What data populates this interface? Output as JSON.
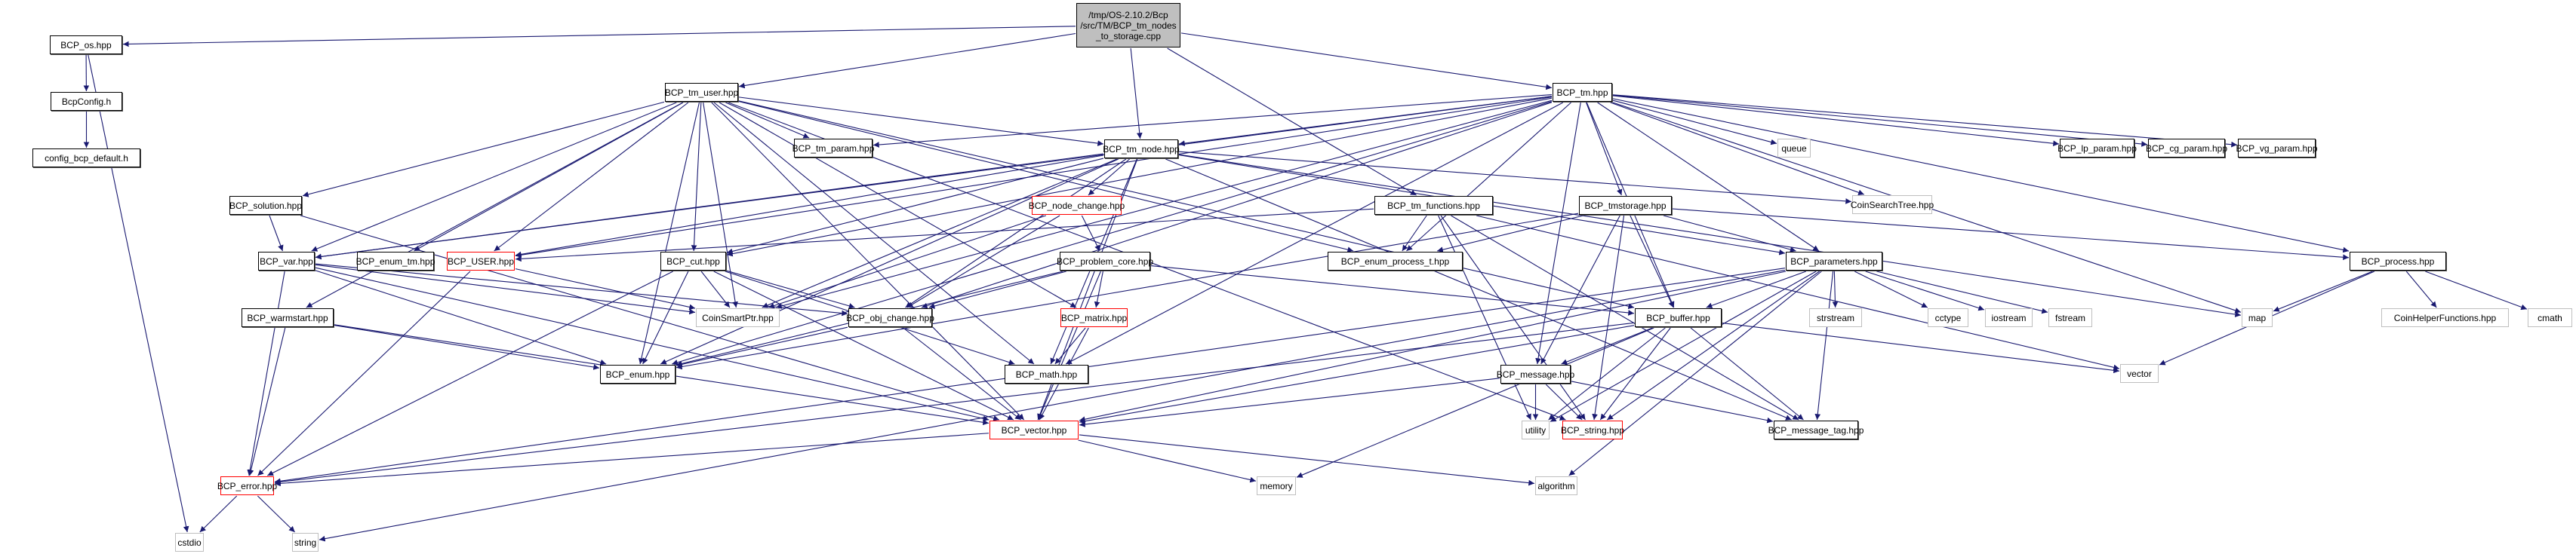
{
  "title": "Include dependency graph for BCP_tm_nodes_to_storage.cpp",
  "colors": {
    "edge": "#191970",
    "node_border": "#000000",
    "system_border": "#bfbfbf",
    "incomplete_border": "#ff0000",
    "root_fill": "#bfbfbf"
  },
  "nodes": [
    {
      "id": "root",
      "label": "/tmp/OS-2.10.2/Bcp\n/src/TM/BCP_tm_nodes\n_to_storage.cpp",
      "kind": "root"
    },
    {
      "id": "os",
      "label": "BCP_os.hpp",
      "kind": "normal"
    },
    {
      "id": "bcpconfig",
      "label": "BcpConfig.h",
      "kind": "normal"
    },
    {
      "id": "configdef",
      "label": "config_bcp_default.h",
      "kind": "normal"
    },
    {
      "id": "tmuser",
      "label": "BCP_tm_user.hpp",
      "kind": "normal"
    },
    {
      "id": "tmparam",
      "label": "BCP_tm_param.hpp",
      "kind": "normal"
    },
    {
      "id": "tm",
      "label": "BCP_tm.hpp",
      "kind": "normal"
    },
    {
      "id": "tmnode",
      "label": "BCP_tm_node.hpp",
      "kind": "normal"
    },
    {
      "id": "queue",
      "label": "queue",
      "kind": "system"
    },
    {
      "id": "lpparam",
      "label": "BCP_lp_param.hpp",
      "kind": "normal"
    },
    {
      "id": "cgparam",
      "label": "BCP_cg_param.hpp",
      "kind": "normal"
    },
    {
      "id": "vgparam",
      "label": "BCP_vg_param.hpp",
      "kind": "normal"
    },
    {
      "id": "coinsearch",
      "label": "CoinSearchTree.hpp",
      "kind": "system"
    },
    {
      "id": "solution",
      "label": "BCP_solution.hpp",
      "kind": "normal"
    },
    {
      "id": "nodechange",
      "label": "BCP_node_change.hpp",
      "kind": "incomplete"
    },
    {
      "id": "tmfunc",
      "label": "BCP_tm_functions.hpp",
      "kind": "normal"
    },
    {
      "id": "tmstorage",
      "label": "BCP_tmstorage.hpp",
      "kind": "normal"
    },
    {
      "id": "var",
      "label": "BCP_var.hpp",
      "kind": "normal"
    },
    {
      "id": "enumtm",
      "label": "BCP_enum_tm.hpp",
      "kind": "normal"
    },
    {
      "id": "user",
      "label": "BCP_USER.hpp",
      "kind": "incomplete"
    },
    {
      "id": "cut",
      "label": "BCP_cut.hpp",
      "kind": "normal"
    },
    {
      "id": "probcore",
      "label": "BCP_problem_core.hpp",
      "kind": "normal"
    },
    {
      "id": "enumproc",
      "label": "BCP_enum_process_t.hpp",
      "kind": "normal"
    },
    {
      "id": "params",
      "label": "BCP_parameters.hpp",
      "kind": "normal"
    },
    {
      "id": "process",
      "label": "BCP_process.hpp",
      "kind": "normal"
    },
    {
      "id": "coinsmart",
      "label": "CoinSmartPtr.hpp",
      "kind": "system"
    },
    {
      "id": "objchange",
      "label": "BCP_obj_change.hpp",
      "kind": "normal"
    },
    {
      "id": "matrix",
      "label": "BCP_matrix.hpp",
      "kind": "incomplete"
    },
    {
      "id": "buffer",
      "label": "BCP_buffer.hpp",
      "kind": "normal"
    },
    {
      "id": "strstream",
      "label": "strstream",
      "kind": "system"
    },
    {
      "id": "cctype",
      "label": "cctype",
      "kind": "system"
    },
    {
      "id": "iostream",
      "label": "iostream",
      "kind": "system"
    },
    {
      "id": "fstream",
      "label": "fstream",
      "kind": "system"
    },
    {
      "id": "map",
      "label": "map",
      "kind": "system"
    },
    {
      "id": "coinhelper",
      "label": "CoinHelperFunctions.hpp",
      "kind": "system"
    },
    {
      "id": "cmath",
      "label": "cmath",
      "kind": "system"
    },
    {
      "id": "warmstart",
      "label": "BCP_warmstart.hpp",
      "kind": "normal"
    },
    {
      "id": "enum",
      "label": "BCP_enum.hpp",
      "kind": "normal"
    },
    {
      "id": "math",
      "label": "BCP_math.hpp",
      "kind": "normal"
    },
    {
      "id": "vectorsys",
      "label": "vector",
      "kind": "system"
    },
    {
      "id": "message",
      "label": "BCP_message.hpp",
      "kind": "normal"
    },
    {
      "id": "bvector",
      "label": "BCP_vector.hpp",
      "kind": "incomplete"
    },
    {
      "id": "utility",
      "label": "utility",
      "kind": "system"
    },
    {
      "id": "bstring",
      "label": "BCP_string.hpp",
      "kind": "incomplete"
    },
    {
      "id": "msgtag",
      "label": "BCP_message_tag.hpp",
      "kind": "normal"
    },
    {
      "id": "error",
      "label": "BCP_error.hpp",
      "kind": "incomplete"
    },
    {
      "id": "memory",
      "label": "memory",
      "kind": "system"
    },
    {
      "id": "algorithm",
      "label": "algorithm",
      "kind": "system"
    },
    {
      "id": "cstdio",
      "label": "cstdio",
      "kind": "system"
    },
    {
      "id": "string",
      "label": "string",
      "kind": "system"
    }
  ],
  "edges": [
    [
      "root",
      "os"
    ],
    [
      "root",
      "tmuser"
    ],
    [
      "root",
      "tmnode"
    ],
    [
      "root",
      "tmfunc"
    ],
    [
      "root",
      "tm"
    ],
    [
      "os",
      "bcpconfig"
    ],
    [
      "os",
      "cstdio"
    ],
    [
      "bcpconfig",
      "configdef"
    ],
    [
      "tmuser",
      "tmparam"
    ],
    [
      "tmuser",
      "tmnode"
    ],
    [
      "tmuser",
      "solution"
    ],
    [
      "tmuser",
      "var"
    ],
    [
      "tmuser",
      "enumtm"
    ],
    [
      "tmuser",
      "user"
    ],
    [
      "tmuser",
      "cut"
    ],
    [
      "tmuser",
      "warmstart"
    ],
    [
      "tmuser",
      "enum"
    ],
    [
      "tmuser",
      "math"
    ],
    [
      "tmuser",
      "matrix"
    ],
    [
      "tmuser",
      "bvector"
    ],
    [
      "tmuser",
      "buffer"
    ],
    [
      "tmuser",
      "bstring"
    ],
    [
      "tmuser",
      "enumproc"
    ],
    [
      "tmuser",
      "coinsmart"
    ],
    [
      "tm",
      "tmparam"
    ],
    [
      "tm",
      "tmnode"
    ],
    [
      "tm",
      "queue"
    ],
    [
      "tm",
      "lpparam"
    ],
    [
      "tm",
      "cgparam"
    ],
    [
      "tm",
      "vgparam"
    ],
    [
      "tm",
      "coinsearch"
    ],
    [
      "tm",
      "tmstorage"
    ],
    [
      "tm",
      "params"
    ],
    [
      "tm",
      "process"
    ],
    [
      "tm",
      "map"
    ],
    [
      "tm",
      "buffer"
    ],
    [
      "tm",
      "message"
    ],
    [
      "tm",
      "enumproc"
    ],
    [
      "tm",
      "user"
    ],
    [
      "tm",
      "var"
    ],
    [
      "tm",
      "cut"
    ],
    [
      "tm",
      "objchange"
    ],
    [
      "tm",
      "coinsmart"
    ],
    [
      "tm",
      "math"
    ],
    [
      "tm",
      "enum"
    ],
    [
      "tmnode",
      "nodechange"
    ],
    [
      "tmnode",
      "coinsearch"
    ],
    [
      "tmnode",
      "var"
    ],
    [
      "tmnode",
      "cut"
    ],
    [
      "tmnode",
      "user"
    ],
    [
      "tmnode",
      "objchange"
    ],
    [
      "tmnode",
      "bvector"
    ],
    [
      "tmnode",
      "math"
    ],
    [
      "tmnode",
      "msgtag"
    ],
    [
      "tmnode",
      "map"
    ],
    [
      "tmnode",
      "enum"
    ],
    [
      "tmnode",
      "coinsmart"
    ],
    [
      "tmnode",
      "params"
    ],
    [
      "nodechange",
      "probcore"
    ],
    [
      "nodechange",
      "objchange"
    ],
    [
      "nodechange",
      "coinsmart"
    ],
    [
      "tmfunc",
      "enumproc"
    ],
    [
      "tmfunc",
      "bstring"
    ],
    [
      "tmfunc",
      "utility"
    ],
    [
      "tmfunc",
      "user"
    ],
    [
      "tmfunc",
      "vectorsys"
    ],
    [
      "tmfunc",
      "msgtag"
    ],
    [
      "tmstorage",
      "enumproc"
    ],
    [
      "tmstorage",
      "params"
    ],
    [
      "tmstorage",
      "buffer"
    ],
    [
      "tmstorage",
      "message"
    ],
    [
      "tmstorage",
      "process"
    ],
    [
      "tmstorage",
      "enum"
    ],
    [
      "tmstorage",
      "bstring"
    ],
    [
      "solution",
      "var"
    ],
    [
      "solution",
      "bvector"
    ],
    [
      "var",
      "coinsmart"
    ],
    [
      "var",
      "objchange"
    ],
    [
      "var",
      "enum"
    ],
    [
      "var",
      "bvector"
    ],
    [
      "var",
      "error"
    ],
    [
      "user",
      "coinsmart"
    ],
    [
      "user",
      "error"
    ],
    [
      "cut",
      "coinsmart"
    ],
    [
      "cut",
      "objchange"
    ],
    [
      "cut",
      "enum"
    ],
    [
      "cut",
      "math"
    ],
    [
      "cut",
      "bvector"
    ],
    [
      "cut",
      "error"
    ],
    [
      "probcore",
      "matrix"
    ],
    [
      "probcore",
      "objchange"
    ],
    [
      "probcore",
      "enum"
    ],
    [
      "probcore",
      "bvector"
    ],
    [
      "probcore",
      "buffer"
    ],
    [
      "objchange",
      "enum"
    ],
    [
      "objchange",
      "bvector"
    ],
    [
      "matrix",
      "math"
    ],
    [
      "matrix",
      "bvector"
    ],
    [
      "params",
      "strstream"
    ],
    [
      "params",
      "cctype"
    ],
    [
      "params",
      "iostream"
    ],
    [
      "params",
      "fstream"
    ],
    [
      "params",
      "buffer"
    ],
    [
      "params",
      "bvector"
    ],
    [
      "params",
      "bstring"
    ],
    [
      "params",
      "error"
    ],
    [
      "params",
      "utility"
    ],
    [
      "params",
      "algorithm"
    ],
    [
      "params",
      "string"
    ],
    [
      "params",
      "msgtag"
    ],
    [
      "process",
      "map"
    ],
    [
      "process",
      "coinhelper"
    ],
    [
      "process",
      "cmath"
    ],
    [
      "process",
      "vectorsys"
    ],
    [
      "buffer",
      "message"
    ],
    [
      "buffer",
      "bstring"
    ],
    [
      "buffer",
      "msgtag"
    ],
    [
      "buffer",
      "bvector"
    ],
    [
      "buffer",
      "vectorsys"
    ],
    [
      "buffer",
      "memory"
    ],
    [
      "buffer",
      "error"
    ],
    [
      "buffer",
      "utility"
    ],
    [
      "message",
      "utility"
    ],
    [
      "message",
      "bstring"
    ],
    [
      "message",
      "msgtag"
    ],
    [
      "message",
      "bvector"
    ],
    [
      "warmstart",
      "enum"
    ],
    [
      "warmstart",
      "bvector"
    ],
    [
      "warmstart",
      "error"
    ],
    [
      "bvector",
      "memory"
    ],
    [
      "bvector",
      "algorithm"
    ],
    [
      "bvector",
      "error"
    ],
    [
      "error",
      "cstdio"
    ],
    [
      "error",
      "string"
    ]
  ]
}
